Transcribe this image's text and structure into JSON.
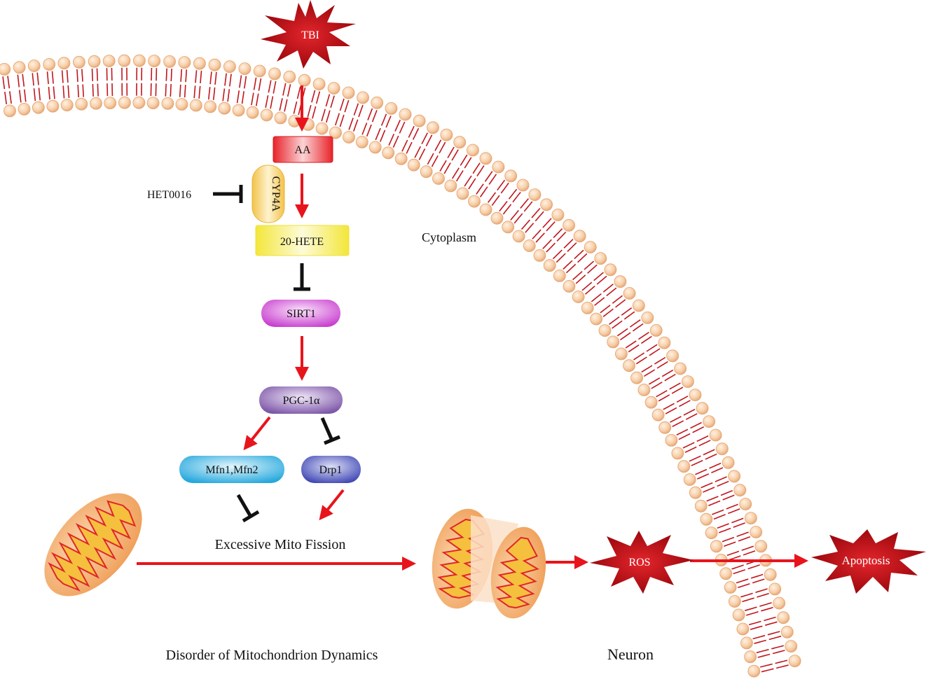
{
  "trigger": {
    "label": "TBI"
  },
  "nodes": {
    "aa": "AA",
    "cyp4a": "CYP4A",
    "inhibitor": "HET0016",
    "hete": "20-HETE",
    "sirt1": "SIRT1",
    "pgc1a": "PGC-1α",
    "mfn": "Mfn1,Mfn2",
    "drp1": "Drp1",
    "fission": "Excessive Mito Fission",
    "ros": "ROS",
    "apoptosis": "Apoptosis"
  },
  "regions": {
    "cytoplasm": "Cytoplasm",
    "caption": "Disorder of Mitochondrion Dynamics",
    "cell": "Neuron"
  },
  "colors": {
    "activation": "#e8141c",
    "inhibition": "#111111",
    "lipid_head": "#f6c9a2",
    "lipid_tail": "#c0161c",
    "star": "#a8090f",
    "aa_box": "#f0444a",
    "hete_box": "#f7ee55",
    "cyp4a_box": "#f6d36a",
    "sirt1": "#d35bd8",
    "pgc1a": "#8f6bb8",
    "mfn": "#4cbde8",
    "drp1": "#5a63c6",
    "mito_outer": "#f2a963",
    "mito_inner": "#f4c54e"
  }
}
